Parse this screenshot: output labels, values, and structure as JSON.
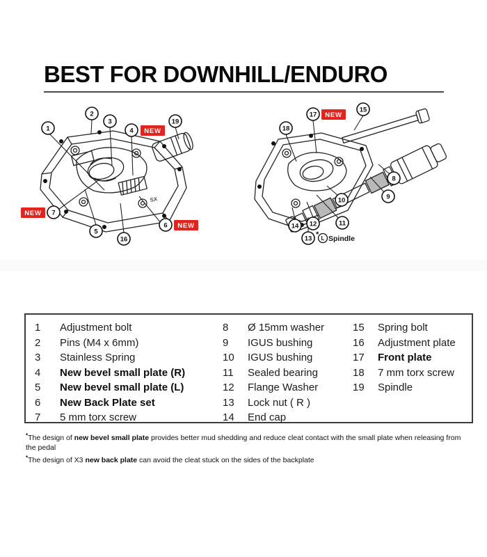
{
  "title": "BEST FOR DOWNHILL/ENDURO",
  "colors": {
    "badge_red": "#E2241E",
    "ink": "#111111",
    "table_border": "#3C3C3C",
    "rule_grey": "#4A4A4A"
  },
  "new_badge_label": "NEW",
  "diagram": {
    "pedal_logo": "SX",
    "left_callouts": {
      "c1": "1",
      "c2": "2",
      "c3": "3",
      "c4": "4",
      "c5": "5",
      "c6": "6",
      "c7": "7",
      "c16": "16",
      "c19": "19"
    },
    "right_callouts": {
      "c8": "8",
      "c9": "9",
      "c10": "10",
      "c11": "11",
      "c12": "12",
      "c13": "13",
      "c14": "14",
      "c15": "15",
      "c17": "17",
      "c18": "18"
    },
    "spindle_note": {
      "star": "*",
      "letter": "L",
      "text": "Spindle"
    }
  },
  "parts": {
    "col1": [
      {
        "num": "1",
        "label": "Adjustment bolt"
      },
      {
        "num": "2",
        "label": "Pins (M4 x 6mm)"
      },
      {
        "num": "3",
        "label": "Stainless Spring"
      },
      {
        "num": "4",
        "label": "New bevel small plate (R)"
      },
      {
        "num": "5",
        "label": "New bevel small plate (L)"
      },
      {
        "num": "6",
        "label": "New Back Plate set"
      },
      {
        "num": "7",
        "label": "5 mm torx screw"
      }
    ],
    "col2": [
      {
        "num": "8",
        "label": "Ø 15mm washer"
      },
      {
        "num": "9",
        "label": "IGUS bushing"
      },
      {
        "num": "10",
        "label": "IGUS bushing"
      },
      {
        "num": "11",
        "label": "Sealed bearing"
      },
      {
        "num": "12",
        "label": "Flange Washer"
      },
      {
        "num": "13",
        "label": "Lock nut ( R )"
      },
      {
        "num": "14",
        "label": "End cap"
      }
    ],
    "col3": [
      {
        "num": "15",
        "label": "Spring bolt"
      },
      {
        "num": "16",
        "label": "Adjustment plate"
      },
      {
        "num": "17",
        "label": "Front plate"
      },
      {
        "num": "18",
        "label": "7 mm torx screw"
      },
      {
        "num": "19",
        "label": "Spindle"
      }
    ]
  },
  "footnotes": [
    {
      "star": "*",
      "pre": "The design of ",
      "bold": "new bevel small plate",
      "post": " provides better mud shedding and reduce cleat contact with the small plate when releasing from the pedal"
    },
    {
      "star": "*",
      "pre": "The design of X3 ",
      "bold": "new back plate",
      "post": " can avoid the cleat stuck on the sides of the backplate"
    }
  ]
}
